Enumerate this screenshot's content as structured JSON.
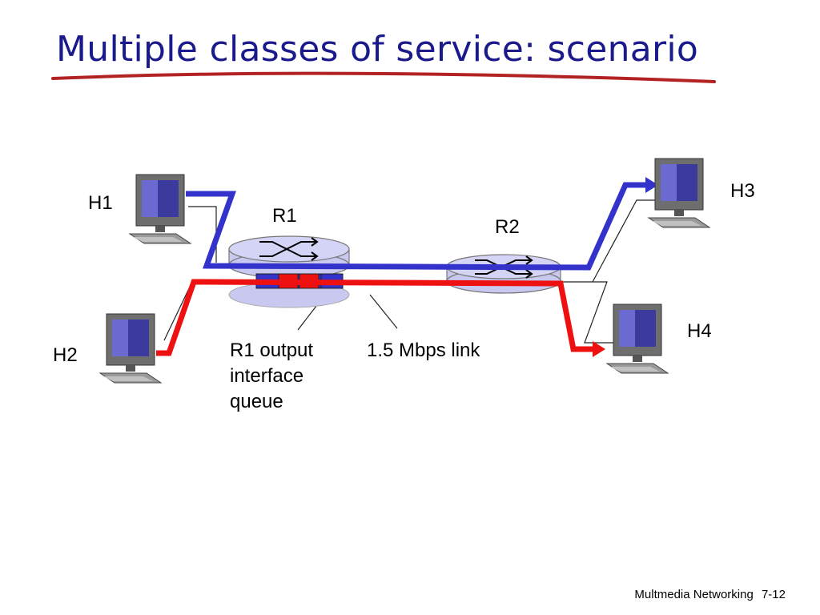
{
  "slide": {
    "title": "Multiple classes of service: scenario",
    "footer_course": "Multmedia Networking",
    "footer_page": "7-12"
  },
  "diagram": {
    "hosts": {
      "h1": "H1",
      "h2": "H2",
      "h3": "H3",
      "h4": "H4"
    },
    "routers": {
      "r1": "R1",
      "r2": "R2"
    },
    "queue_label": "R1 output interface queue",
    "link_label": "1.5 Mbps link"
  },
  "colors": {
    "title": "#1a1a8c",
    "underline": "#b22222",
    "blue_flow": "#3333cc",
    "red_flow": "#ee1111",
    "router": "#c8c8f0"
  },
  "icons": [
    "desktop-computer-icon",
    "router-icon"
  ]
}
